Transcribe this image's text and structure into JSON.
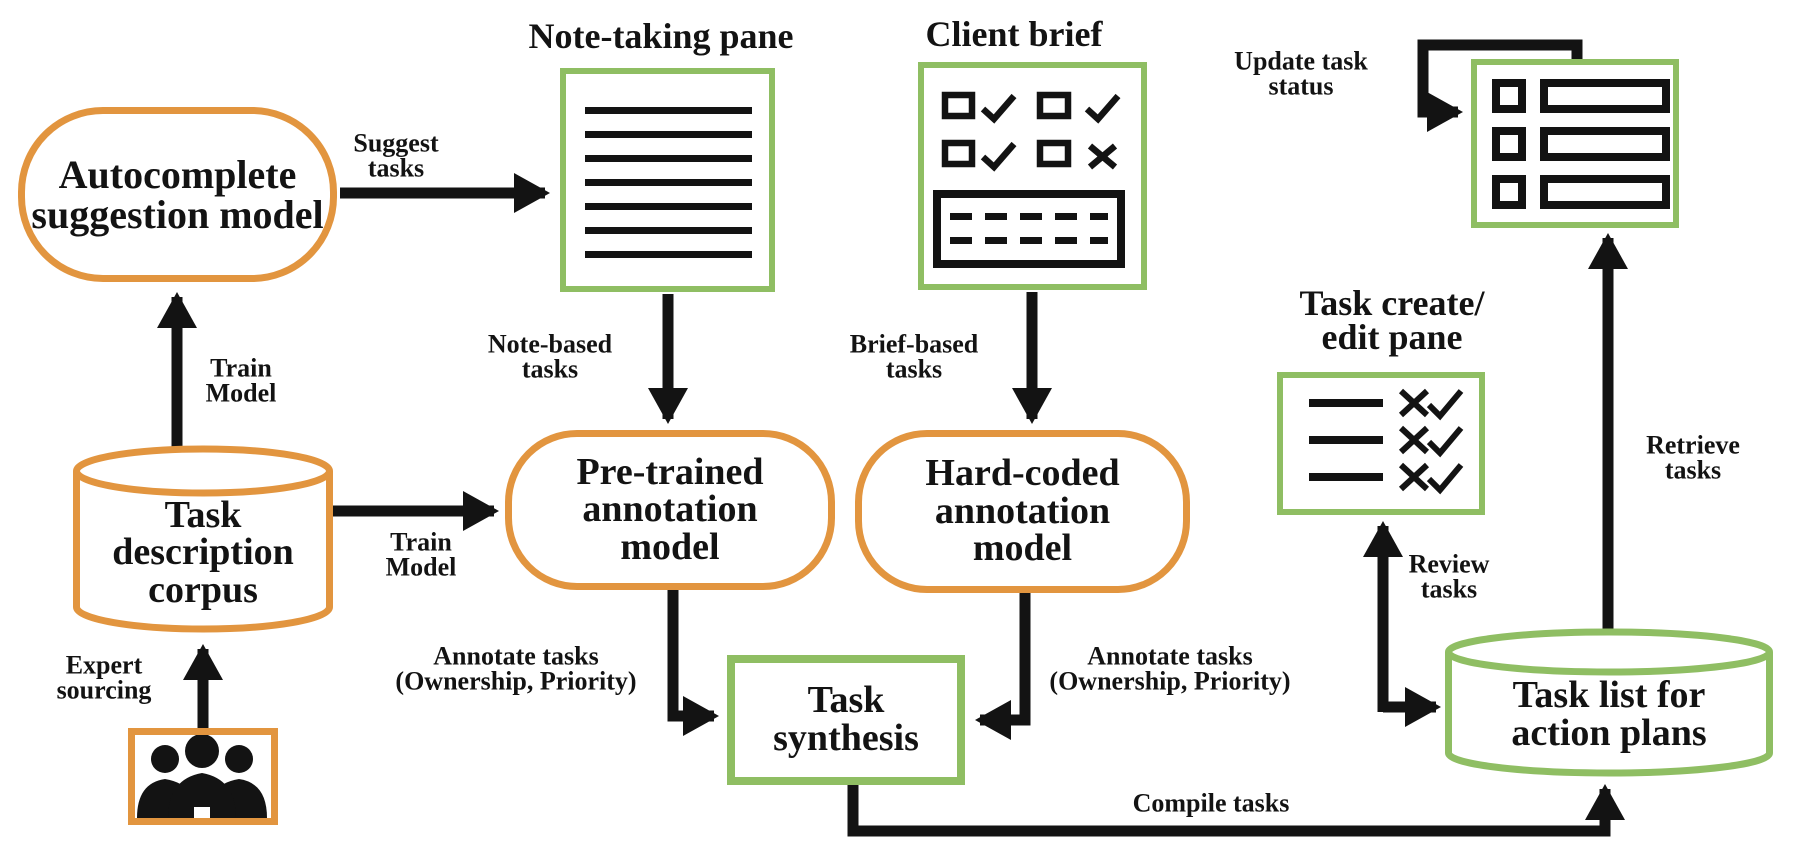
{
  "colors": {
    "orange": "#e2953f",
    "green": "#8fbe63",
    "ink": "#131313"
  },
  "nodes": {
    "autocomplete": {
      "label": "Autocomplete\nsuggestion model"
    },
    "note_pane": {
      "title": "Note-taking pane",
      "icon": "text-lines-icon"
    },
    "client_brief": {
      "title": "Client brief",
      "icon": "checklist-form-icon"
    },
    "status_board": {
      "icon": "task-status-list-icon"
    },
    "task_corpus": {
      "label": "Task\ndescription\ncorpus"
    },
    "pretrained": {
      "label": "Pre-trained\nannotation\nmodel"
    },
    "hardcoded": {
      "label": "Hard-coded\nannotation\nmodel"
    },
    "synthesis": {
      "label": "Task\nsynthesis"
    },
    "edit_pane": {
      "title": "Task create/\nedit pane",
      "icon": "task-review-checklist-icon"
    },
    "task_list": {
      "label": "Task list for\naction plans"
    },
    "experts": {
      "icon": "people-icon"
    }
  },
  "edge_labels": {
    "suggest": "Suggest\ntasks",
    "train_model_1": "Train\nModel",
    "train_model_2": "Train\nModel",
    "expert_sourcing": "Expert\nsourcing",
    "note_based": "Note-based\ntasks",
    "brief_based": "Brief-based\ntasks",
    "annotate_left": "Annotate tasks\n(Ownership, Priority)",
    "annotate_right": "Annotate tasks\n(Ownership, Priority)",
    "compile": "Compile tasks",
    "review": "Review\ntasks",
    "retrieve": "Retrieve\ntasks",
    "update": "Update task\nstatus"
  }
}
